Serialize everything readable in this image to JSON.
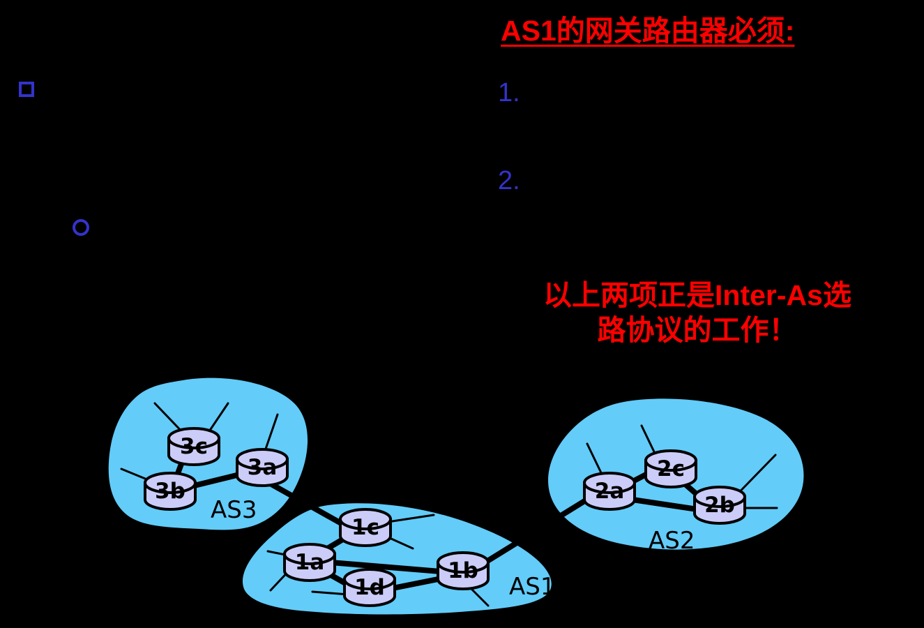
{
  "slide": {
    "background_color": "#000000",
    "title": "AS1的网关路由器必须:",
    "title_color": "#ff0000",
    "bullet_color": "#3333cc",
    "items": [
      {
        "number": "1.",
        "text": ""
      },
      {
        "number": "2.",
        "text": ""
      }
    ],
    "conclusion_line1": "以上两项正是Inter-As选",
    "conclusion_line2": "路协议的工作！",
    "conclusion_color": "#ff0000",
    "markers": [
      {
        "name": "square-bullet",
        "shape": "square"
      },
      {
        "name": "circle-bullet",
        "shape": "circle"
      }
    ]
  },
  "diagram": {
    "cloud_color": "#63ccf9",
    "router_fill": "#ccccf9",
    "router_stroke": "#000000",
    "link_color": "#000000",
    "autonomous_systems": [
      {
        "id": "AS3",
        "label": "AS3",
        "routers": [
          {
            "id": "3c",
            "label": "3c"
          },
          {
            "id": "3b",
            "label": "3b"
          },
          {
            "id": "3a",
            "label": "3a"
          }
        ]
      },
      {
        "id": "AS1",
        "label": "AS1",
        "routers": [
          {
            "id": "1c",
            "label": "1c"
          },
          {
            "id": "1a",
            "label": "1a"
          },
          {
            "id": "1d",
            "label": "1d"
          },
          {
            "id": "1b",
            "label": "1b"
          }
        ]
      },
      {
        "id": "AS2",
        "label": "AS2",
        "routers": [
          {
            "id": "2a",
            "label": "2a"
          },
          {
            "id": "2c",
            "label": "2c"
          },
          {
            "id": "2b",
            "label": "2b"
          }
        ]
      }
    ],
    "intra_links": [
      {
        "from": "3c",
        "to": "3b"
      },
      {
        "from": "3b",
        "to": "3a"
      },
      {
        "from": "1c",
        "to": "1a"
      },
      {
        "from": "1a",
        "to": "1d"
      },
      {
        "from": "1a",
        "to": "1b"
      },
      {
        "from": "1d",
        "to": "1b"
      },
      {
        "from": "2a",
        "to": "2c"
      },
      {
        "from": "2c",
        "to": "2b"
      },
      {
        "from": "2a",
        "to": "2b"
      }
    ],
    "inter_links": [
      {
        "from": "3a",
        "to": "1c"
      },
      {
        "from": "1b",
        "to": "2a"
      }
    ]
  }
}
